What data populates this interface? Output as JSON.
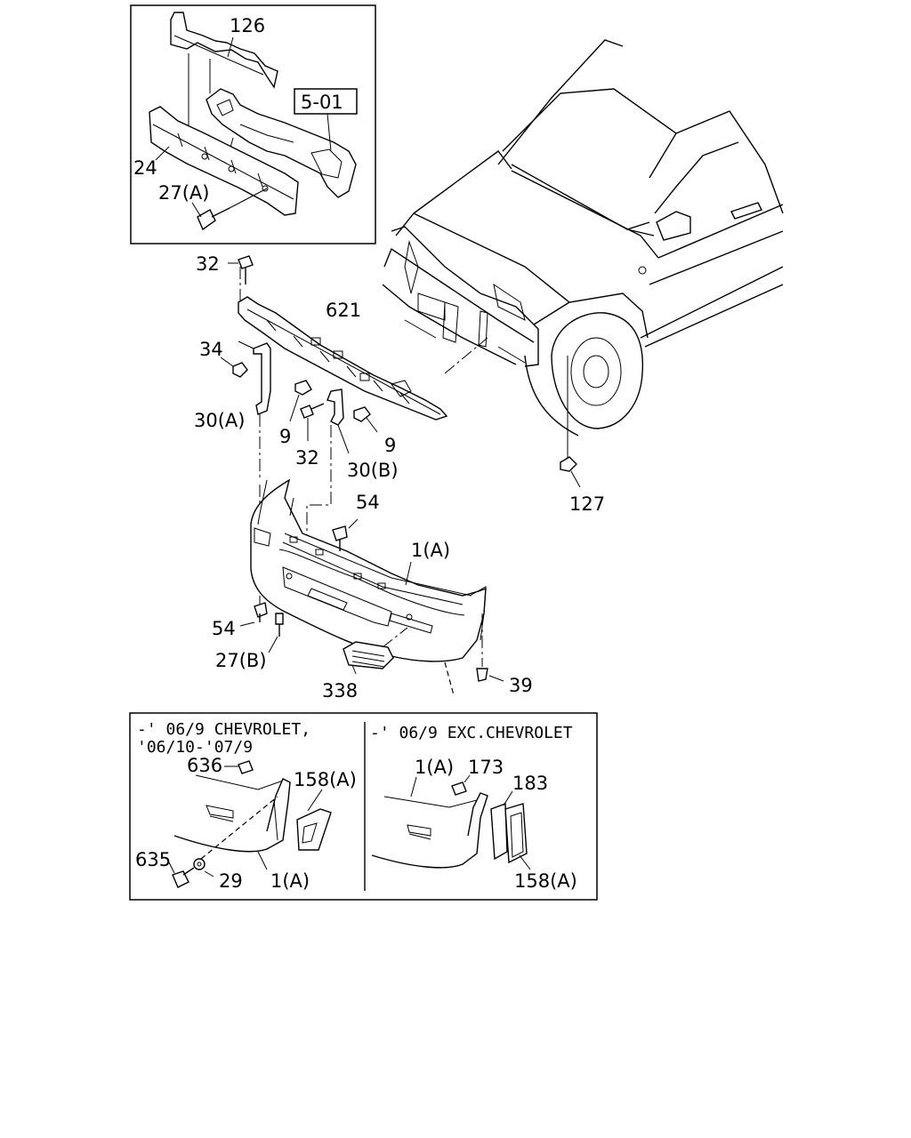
{
  "labels": {
    "p126": "126",
    "p5_01": "5-01",
    "p24": "24",
    "p27a": "27(A)",
    "p32_top": "32",
    "p621": "621",
    "p34": "34",
    "p30a": "30(A)",
    "p9_left": "9",
    "p32_mid": "32",
    "p30b": "30(B)",
    "p9_right": "9",
    "p127": "127",
    "p54_top": "54",
    "p1a_main": "1(A)",
    "p54_bottom": "54",
    "p27b": "27(B)",
    "p338": "338",
    "p39": "39",
    "p636": "636",
    "p158a_left": "158(A)",
    "p635": "635",
    "p29": "29",
    "p1a_left": "1(A)",
    "p1a_right": "1(A)",
    "p173": "173",
    "p183": "183",
    "p158a_right": "158(A)"
  },
  "notes": {
    "left_line1": "-' 06/9 CHEVROLET,",
    "left_line2": "'06/10-'07/9",
    "right_line1": "-' 06/9 EXC.CHEVROLET"
  }
}
